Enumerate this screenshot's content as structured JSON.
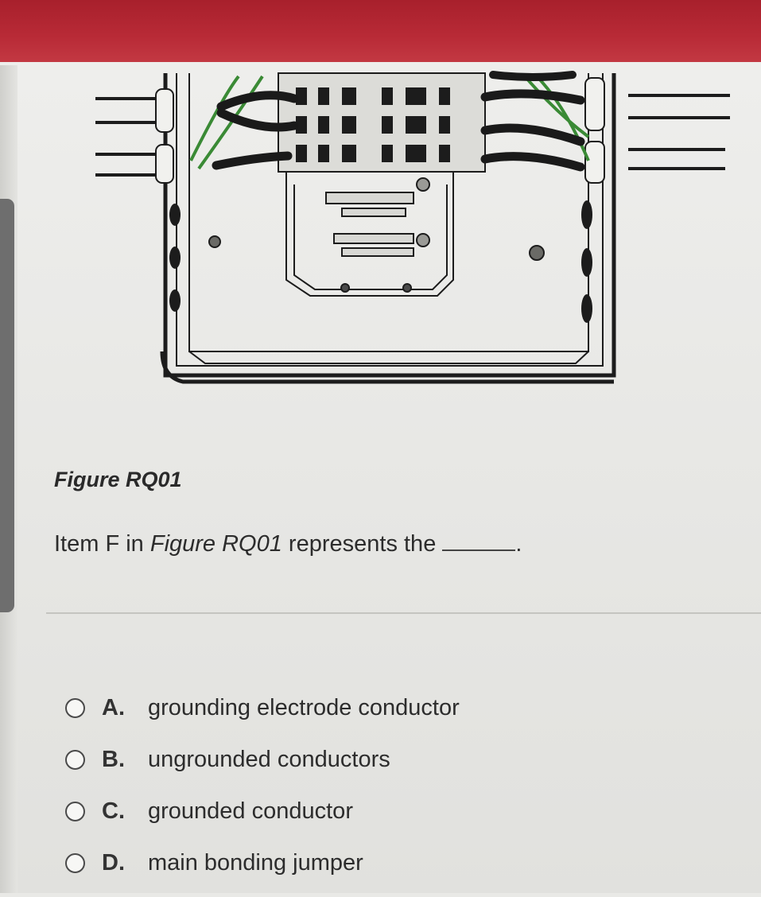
{
  "figure": {
    "caption": "Figure RQ01"
  },
  "question": {
    "prefix": "Item F in ",
    "figure_ref": "Figure RQ01",
    "suffix": " represents the ",
    "end": "."
  },
  "options": [
    {
      "letter": "A.",
      "text": "grounding electrode conductor"
    },
    {
      "letter": "B.",
      "text": "ungrounded conductors"
    },
    {
      "letter": "C.",
      "text": "grounded conductor"
    },
    {
      "letter": "D.",
      "text": "main bonding jumper"
    }
  ],
  "colors": {
    "header": "#b82a36",
    "wire_green": "#3a8a35",
    "wire_black": "#1a1a1a"
  },
  "icons": [
    "radio-unselected-icon"
  ]
}
